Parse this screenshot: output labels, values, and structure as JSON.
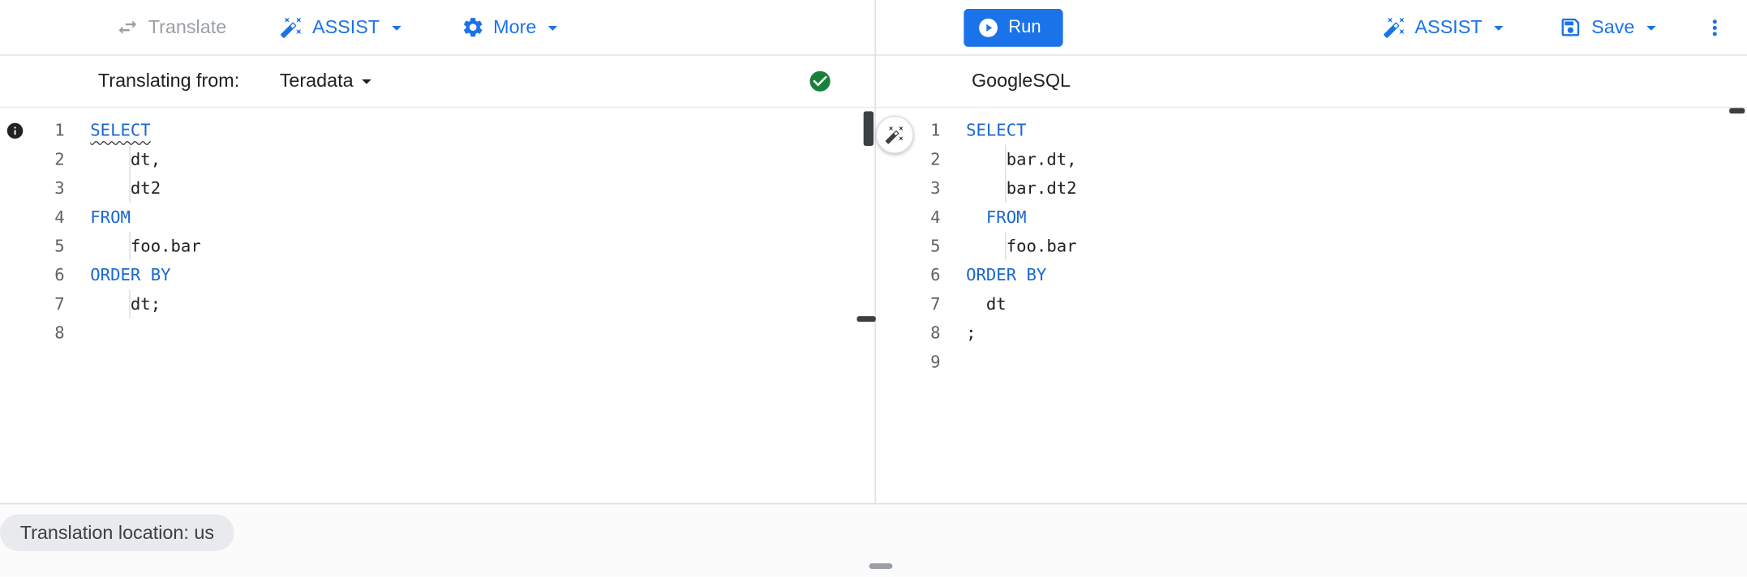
{
  "toolbar_left": {
    "translate_label": "Translate",
    "assist_label": "ASSIST",
    "more_label": "More"
  },
  "toolbar_right": {
    "run_label": "Run",
    "assist_label": "ASSIST",
    "save_label": "Save"
  },
  "source_panel": {
    "header_label": "Translating from:",
    "dialect": "Teradata",
    "status": "success"
  },
  "target_panel": {
    "header_label": "GoogleSQL"
  },
  "footer": {
    "location_label": "Translation location: us"
  },
  "editors": {
    "left": {
      "lines": [
        {
          "num": 1,
          "text": "SELECT",
          "kind": "keyword",
          "wavy": true,
          "marker": "info"
        },
        {
          "num": 2,
          "text": "dt,",
          "kind": "plain",
          "indent": 4
        },
        {
          "num": 3,
          "text": "dt2",
          "kind": "plain",
          "indent": 4
        },
        {
          "num": 4,
          "text": "FROM",
          "kind": "keyword",
          "indent": 0
        },
        {
          "num": 5,
          "text": "foo.bar",
          "kind": "plain",
          "indent": 4
        },
        {
          "num": 6,
          "text": "ORDER BY",
          "kind": "keyword",
          "indent": 0
        },
        {
          "num": 7,
          "text": "dt;",
          "kind": "plain",
          "indent": 4
        },
        {
          "num": 8,
          "text": "",
          "kind": "plain",
          "indent": 0
        }
      ]
    },
    "right": {
      "lines": [
        {
          "num": 1,
          "text": "SELECT",
          "kind": "keyword",
          "indent": 0
        },
        {
          "num": 2,
          "text": "bar.dt,",
          "kind": "plain",
          "indent": 4
        },
        {
          "num": 3,
          "text": "bar.dt2",
          "kind": "plain",
          "indent": 4
        },
        {
          "num": 4,
          "text": "FROM",
          "kind": "keyword",
          "indent": 2
        },
        {
          "num": 5,
          "text": "foo.bar",
          "kind": "plain",
          "indent": 4
        },
        {
          "num": 6,
          "text": "ORDER BY",
          "kind": "keyword",
          "indent": 0
        },
        {
          "num": 7,
          "text": "dt",
          "kind": "plain",
          "indent": 2
        },
        {
          "num": 8,
          "text": ";",
          "kind": "plain",
          "indent": 0
        },
        {
          "num": 9,
          "text": "",
          "kind": "plain",
          "indent": 0
        }
      ]
    }
  },
  "icons": {
    "translate": "swap-arrows-icon",
    "assist": "magic-pen-icon",
    "more": "gear-icon",
    "run": "play-circle-icon",
    "save": "save-icon",
    "overflow": "kebab-menu-icon",
    "dropdown": "caret-down-icon",
    "source_status": "check-circle-icon",
    "line_marker": "info-icon",
    "divider_button": "magic-pen-icon"
  },
  "colors": {
    "accent": "#1a73e8",
    "keyword": "#1967d2",
    "success-green": "#188038",
    "disabled-gray": "#9aa0a6",
    "code-text": "#202124",
    "line-number": "#5f6368",
    "border": "#dadce0"
  }
}
